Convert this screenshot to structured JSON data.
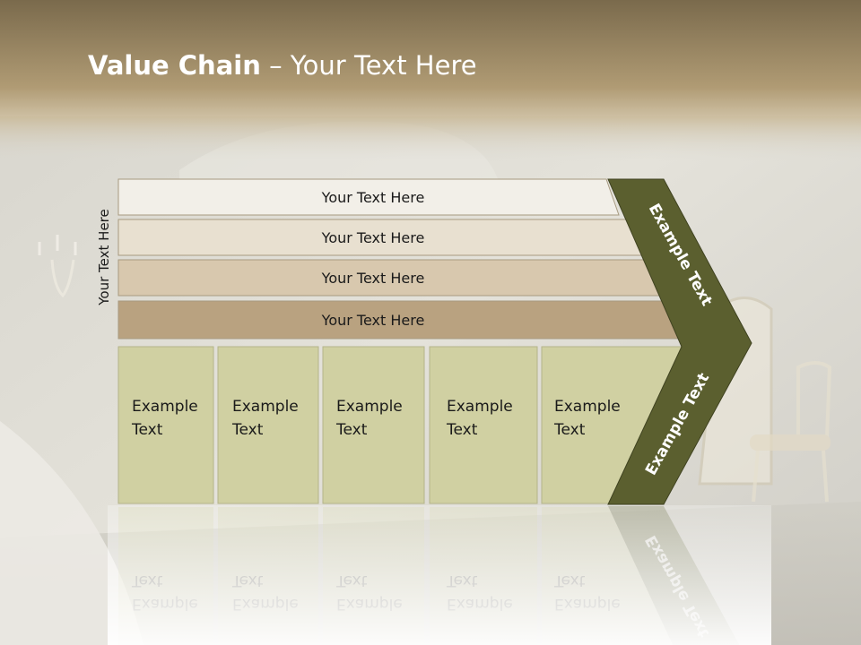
{
  "slide": {
    "title_bold": "Value Chain",
    "title_rest": " – Your Text Here",
    "side_label": "Your Text Here",
    "rows": [
      {
        "label": "Your Text Here",
        "color": "#f2efe8"
      },
      {
        "label": "Your Text Here",
        "color": "#e8e0d0"
      },
      {
        "label": "Your Text Here",
        "color": "#d8c8ae"
      },
      {
        "label": "Your Text Here",
        "color": "#b9a280"
      }
    ],
    "boxes": [
      {
        "line1": "Example",
        "line2": "Text"
      },
      {
        "line1": "Example",
        "line2": "Text"
      },
      {
        "line1": "Example",
        "line2": "Text"
      },
      {
        "line1": "Example",
        "line2": "Text"
      },
      {
        "line1": "Example",
        "line2": "Text"
      }
    ],
    "arrow_top_label": "Example Text",
    "arrow_bottom_label": "Example Text",
    "colors": {
      "header_top": "#7c6a49",
      "header_bottom": "#b39d72",
      "box_fill": "#d0d0a2",
      "arrow_fill": "#5b5f2f"
    }
  }
}
